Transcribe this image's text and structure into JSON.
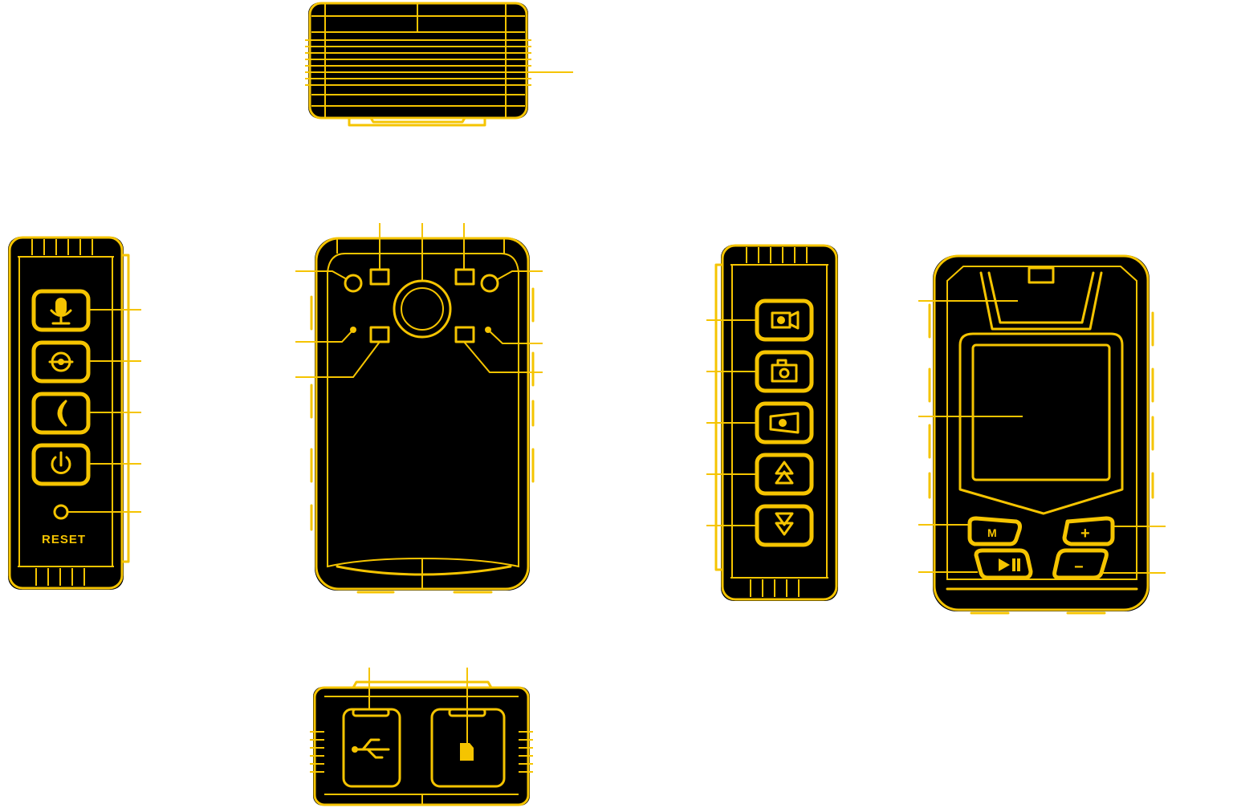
{
  "diagram": {
    "views": [
      {
        "name": "top-view"
      },
      {
        "name": "left-side-view"
      },
      {
        "name": "front-view"
      },
      {
        "name": "right-side-view"
      },
      {
        "name": "back-view"
      },
      {
        "name": "bottom-view"
      }
    ],
    "left_side": {
      "reset_label": "RESET",
      "buttons": [
        "microphone-icon",
        "target-icon",
        "moon-icon",
        "power-icon"
      ]
    },
    "right_side": {
      "buttons": [
        "video-camera-icon",
        "photo-camera-icon",
        "flashlight-icon",
        "up-arrow-icon",
        "down-arrow-icon"
      ]
    },
    "back": {
      "buttons": [
        "M",
        "+",
        "play-pause-icon",
        "−"
      ]
    },
    "bottom": {
      "ports": [
        "usb-icon",
        "sd-card-icon"
      ]
    },
    "colors": {
      "body": "#000000",
      "outline": "#f5c400",
      "background": "#ffffff"
    }
  }
}
